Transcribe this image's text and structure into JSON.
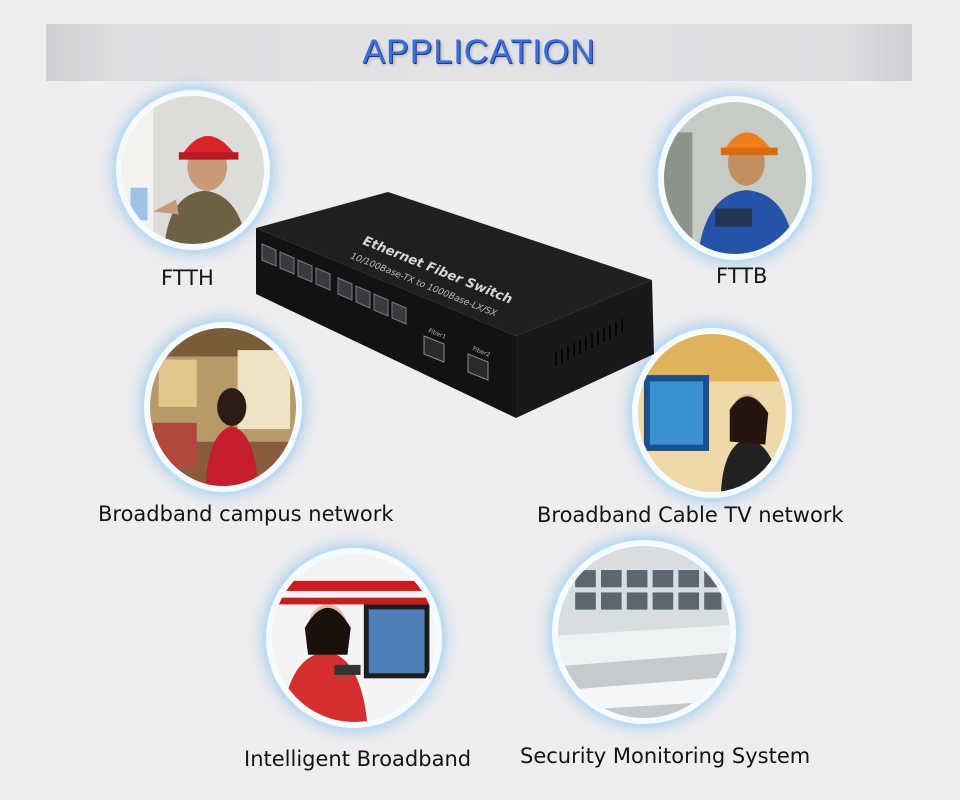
{
  "banner": {
    "title": "APPLICATION"
  },
  "device": {
    "line1": "Ethernet Fiber Switch",
    "line2": "10/100Base-TX to 1000Base-LX/SX",
    "port1": "Fiber1",
    "port2": "Fiber2"
  },
  "applications": [
    {
      "label": "FTTH",
      "icon": "worker-red-helmet"
    },
    {
      "label": "FTTB",
      "icon": "worker-orange-helmet"
    },
    {
      "label": "Broadband campus network",
      "icon": "dorm-room"
    },
    {
      "label": "Broadband Cable TV network",
      "icon": "tv-viewer"
    },
    {
      "label": "Intelligent Broadband",
      "icon": "smart-tv-user"
    },
    {
      "label": "Security Monitoring System",
      "icon": "control-room"
    }
  ],
  "colors": {
    "accent": "#3b6fd8",
    "ring": "#bcdcf4",
    "device": "#1c1c1e"
  }
}
